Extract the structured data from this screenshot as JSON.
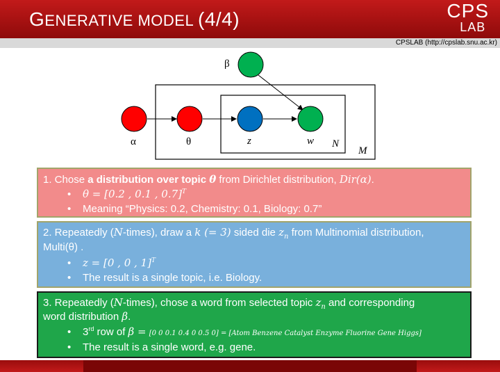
{
  "header": {
    "title_big1": "G",
    "title_small1": "ENERATIVE ",
    "title_small2": "MODEL ",
    "title_big2": "(4/4)",
    "logo_line1": "CPS",
    "logo_line2": "LAB",
    "credit": "CPSLAB (http://cpslab.snu.ac.kr)"
  },
  "diagram": {
    "labels": {
      "beta": "β",
      "alpha": "α",
      "theta": "θ",
      "z": "z",
      "w": "w",
      "n": "N",
      "m": "M"
    },
    "colors": {
      "red": "#ff0000",
      "green": "#00b050",
      "blue": "#0070c0"
    }
  },
  "step1": {
    "p1": "1.   Chose ",
    "bold": "a distribution over topic ",
    "theta": "θ",
    "p2": " from Dirichlet distribution, ",
    "dir": "Dir(α)",
    "p3": ".",
    "b1_math": "θ = [0.2 , 0.1 , 0.7]",
    "b1_sup": "T",
    "b2": "Meaning “Physics: 0.2, Chemistry: 0.1, Biology: 0.7”"
  },
  "step2": {
    "a1": "2. Repeatedly (",
    "n": "N",
    "a2": "-times), draw a ",
    "k": "k (= 3)",
    "a3": " sided die ",
    "zn": "z",
    "zn_sub": "n",
    "a4": " from Multinomial distribution,",
    "b1": "Multi(θ) .",
    "bul1_math": "z = [0 , 0 , 1]",
    "bul1_sup": "T",
    "bul2": "The result is a single topic, i.e. Biology."
  },
  "step3": {
    "a1": "3. Repeatedly (",
    "n": "N",
    "a2": "-times), chose a word from selected topic ",
    "zn": "z",
    "zn_sub": "n",
    "a3": " and corresponding",
    "b1": "word distribution ",
    "beta": "β",
    "b1_end": ".",
    "bul1_pre": "3",
    "bul1_sup": "rd",
    "bul1_mid": " row of ",
    "bul1_beta": "β =",
    "bul1_vec": "[0 0 0.1 0.4 0 0.5 0] = [Atom Benzene Catalyst Enzyme Fluorine Gene Higgs]",
    "bul2": "The result is a single word, e.g. gene."
  }
}
